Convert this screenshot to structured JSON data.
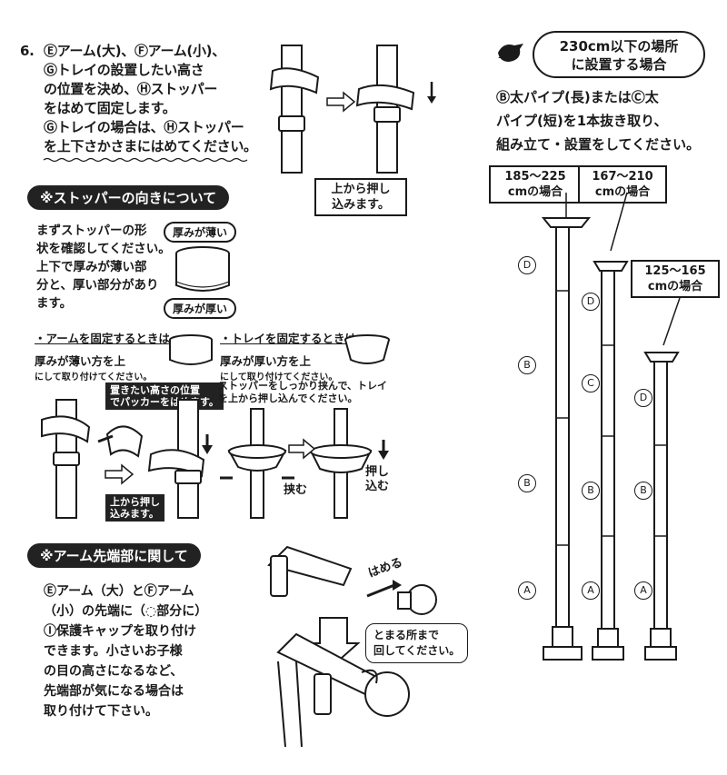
{
  "step6": {
    "number": "6.",
    "lines": [
      "Ⓔアーム(大)、Ⓕアーム(小)、",
      "Ⓖトレイの設置したい高さ",
      "の位置を決め、Ⓗストッパー",
      "をはめて固定します。",
      "Ⓖトレイの場合は、Ⓗストッパー",
      "を上下さかさまにはめてください。"
    ],
    "press_note": [
      "上から押し",
      "込みます。"
    ]
  },
  "stopper": {
    "heading": "※ストッパーの向きについて",
    "intro": [
      "まずストッパーの形",
      "状を確認してください。",
      "上下で厚みが薄い部",
      "分と、厚い部分があり",
      "ます。"
    ],
    "thin_label": "厚みが薄い",
    "thick_label": "厚みが厚い",
    "arm_rule_title": "・アームを固定するときは",
    "arm_rule_body": "厚みが薄い方を上",
    "arm_rule_sub": "にして取り付けてください。",
    "tray_rule_title": "・トレイを固定するときは",
    "tray_rule_body": "厚みが厚い方を上",
    "tray_rule_sub": "にして取り付けてください。",
    "arm_note": [
      "置きたい高さの位置",
      "でパッカーをはめます。"
    ],
    "arm_press": [
      "上から押し",
      "込みます。"
    ],
    "tray_note": [
      "ストッパーをしっかり挟んで、トレイ",
      "を上から押し込んでください。"
    ],
    "pinch": "挟む",
    "push_in": [
      "押し",
      "込む"
    ]
  },
  "arm_tip": {
    "heading": "※アーム先端部に関して",
    "lines": [
      "Ⓔアーム（大）とⒻアーム",
      "（小）の先端に（◌部分に）",
      "Ⓘ保護キャップを取り付け",
      "できます。小さいお子様",
      "の目の高さになるなど、",
      "先端部が気になる場合は",
      "取り付けて下さい。"
    ],
    "fit_label": "はめる",
    "turn_note": [
      "とまる所まで",
      "回してください。"
    ]
  },
  "under230": {
    "bubble": [
      "230cm以下の場所",
      "に設置する場合"
    ],
    "lines": [
      "Ⓑ太パイプ(長)またはⒸ太",
      "パイプ(短)を1本抜き取り、",
      "組み立て・設置をしてください。"
    ],
    "poles": [
      {
        "range": "185～225",
        "unit": "cmの場合",
        "labels": [
          "D",
          "B",
          "B",
          "A"
        ]
      },
      {
        "range": "167～210",
        "unit": "cmの場合",
        "labels": [
          "D",
          "C",
          "B",
          "A"
        ]
      },
      {
        "range": "125～165",
        "unit": "cmの場合",
        "labels": [
          "D",
          "B",
          "A"
        ]
      }
    ]
  }
}
